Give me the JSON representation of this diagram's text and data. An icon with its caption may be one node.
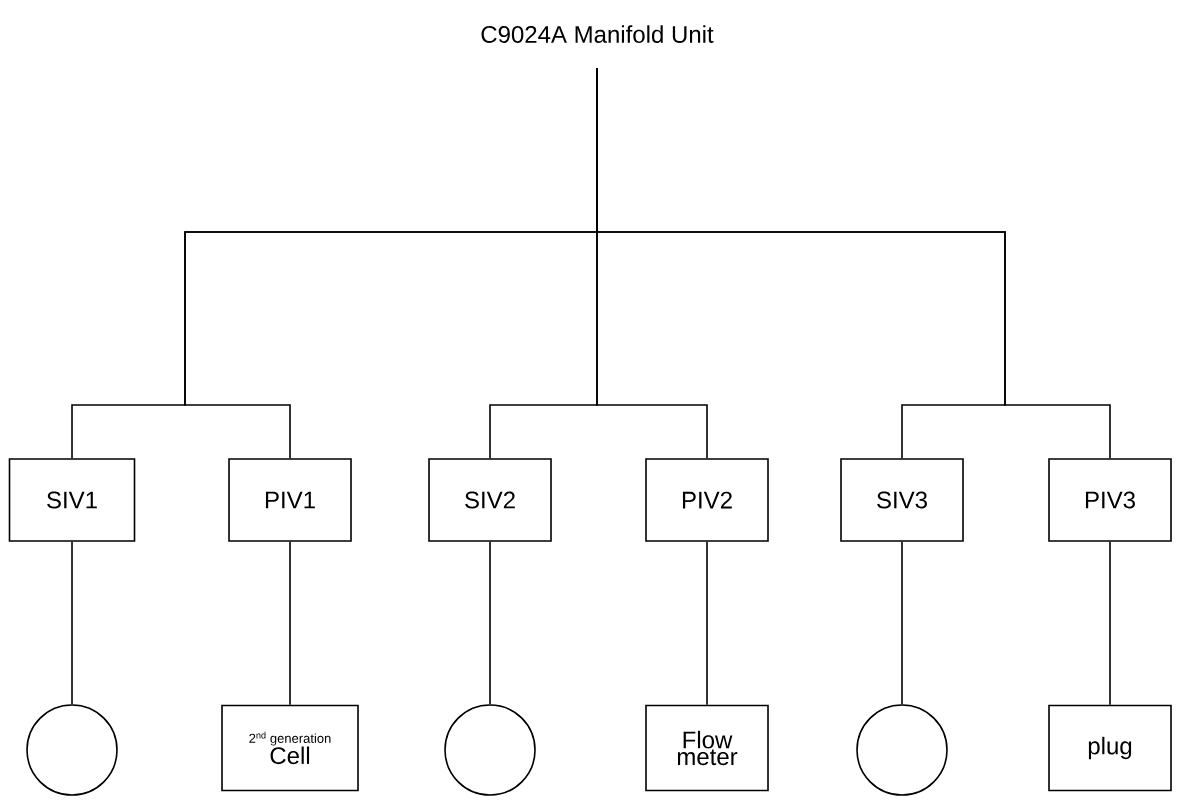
{
  "diagram": {
    "nodes": [
      {
        "text": [
          "C9024A Manifold Unit"
        ]
      },
      {
        "text": [
          "SIV1"
        ]
      },
      {
        "text": [
          "PIV1"
        ]
      },
      {
        "text": [
          "SIV2"
        ]
      },
      {
        "text": [
          "PIV2"
        ]
      },
      {
        "text": [
          "SIV3"
        ]
      },
      {
        "text": [
          "PIV3"
        ]
      },
      {
        "text": [],
        "shape": "circle"
      },
      {
        "text": [
          "2$^{nd}$ generation",
          "Cell"
        ]
      },
      {
        "text": [],
        "shape": "circle"
      },
      {
        "text": [
          "Flow meter"
        ]
      },
      {
        "text": [],
        "shape": "circle"
      },
      {
        "text": [
          "plug"
        ]
      }
    ],
    "edges": [
      {
        "from": 0,
        "to": 1,
        "arrow": "none"
      },
      {
        "from": 0,
        "to": 2,
        "arrow": "none"
      },
      {
        "from": 0,
        "to": 3,
        "arrow": "none"
      },
      {
        "from": 0,
        "to": 4,
        "arrow": "none"
      },
      {
        "from": 0,
        "to": 5,
        "arrow": "none"
      },
      {
        "from": 0,
        "to": 6,
        "arrow": "none"
      },
      {
        "from": 1,
        "to": 7,
        "arrow": "none"
      },
      {
        "from": 2,
        "to": 8,
        "arrow": "none"
      },
      {
        "from": 3,
        "to": 9,
        "arrow": "none"
      },
      {
        "from": 4,
        "to": 10,
        "arrow": "none"
      },
      {
        "from": 5,
        "to": 11,
        "arrow": "none"
      },
      {
        "from": 6,
        "to": 12,
        "arrow": "none"
      }
    ]
  }
}
